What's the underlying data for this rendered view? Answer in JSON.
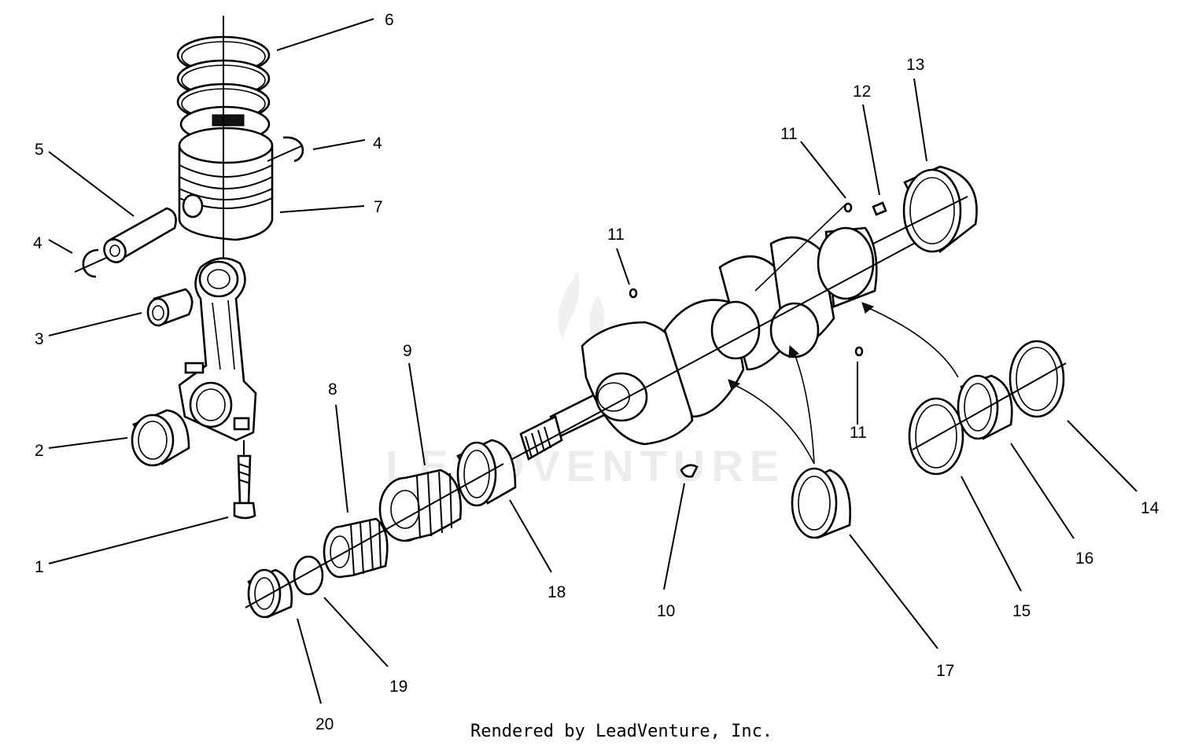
{
  "callouts": [
    {
      "id": "c1",
      "text": "1"
    },
    {
      "id": "c2",
      "text": "2"
    },
    {
      "id": "c3",
      "text": "3"
    },
    {
      "id": "c4a",
      "text": "4"
    },
    {
      "id": "c4b",
      "text": "4"
    },
    {
      "id": "c5",
      "text": "5"
    },
    {
      "id": "c6",
      "text": "6"
    },
    {
      "id": "c7",
      "text": "7"
    },
    {
      "id": "c8",
      "text": "8"
    },
    {
      "id": "c9",
      "text": "9"
    },
    {
      "id": "c10",
      "text": "10"
    },
    {
      "id": "c11a",
      "text": "11"
    },
    {
      "id": "c11b",
      "text": "11"
    },
    {
      "id": "c11c",
      "text": "11"
    },
    {
      "id": "c12",
      "text": "12"
    },
    {
      "id": "c13",
      "text": "13"
    },
    {
      "id": "c14",
      "text": "14"
    },
    {
      "id": "c15",
      "text": "15"
    },
    {
      "id": "c16",
      "text": "16"
    },
    {
      "id": "c17",
      "text": "17"
    },
    {
      "id": "c18",
      "text": "18"
    },
    {
      "id": "c19",
      "text": "19"
    },
    {
      "id": "c20",
      "text": "20"
    }
  ],
  "credit": "Rendered by LeadVenture, Inc.",
  "watermark": "LEADVENTURE"
}
